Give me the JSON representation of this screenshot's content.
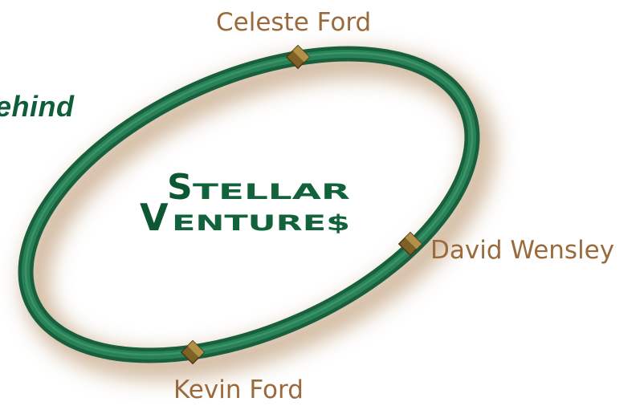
{
  "heading_fragment": "ehind",
  "logo": {
    "initial_top": "S",
    "rest_top": "TELLAR",
    "initial_bottom": "V",
    "rest_bottom": "ENTURE$"
  },
  "people": [
    {
      "name": "Celeste Ford"
    },
    {
      "name": "David Wensley"
    },
    {
      "name": "Kevin Ford"
    }
  ],
  "colors": {
    "ring": "#1c7048",
    "ring_highlight": "#2f8a5e",
    "ring_shadow": "#b08a62",
    "label": "#9a6a3c",
    "heading": "#0f5e3a",
    "marker": "#8a6a2a"
  }
}
